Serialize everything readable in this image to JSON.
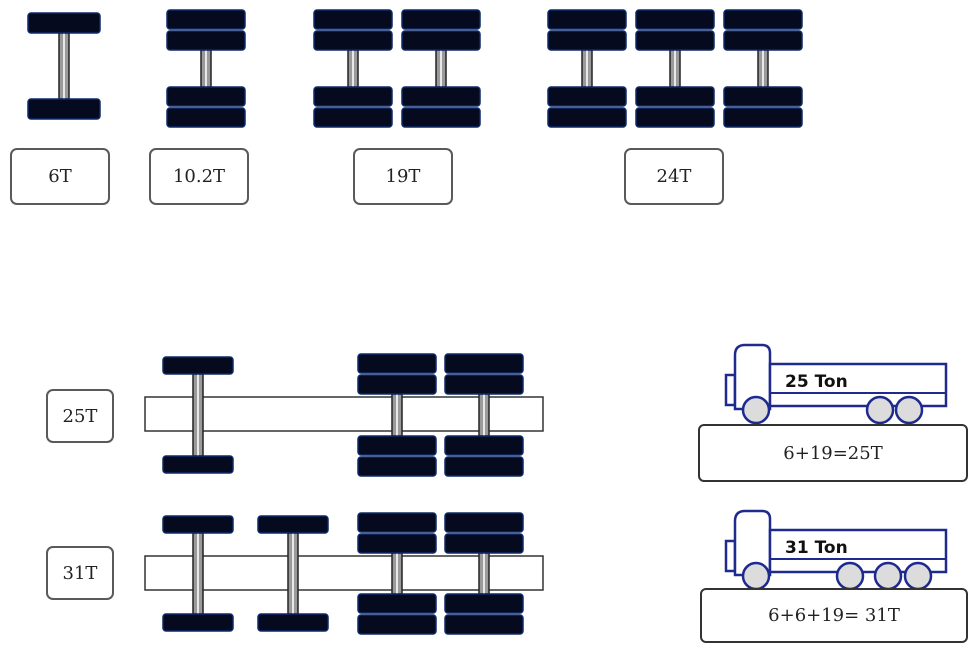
{
  "axle_types": [
    {
      "label": "6T"
    },
    {
      "label": "10.2T"
    },
    {
      "label": "19T"
    },
    {
      "label": "24T"
    }
  ],
  "configurations": [
    {
      "label": "25T"
    },
    {
      "label": "31T"
    }
  ],
  "trucks": [
    {
      "load_text": "25 Ton",
      "formula": "6+19=25T"
    },
    {
      "load_text": "31 Ton",
      "formula": "6+6+19= 31T"
    }
  ],
  "colors": {
    "tire": "#050a1e",
    "tire_outline": "#0d2a6b",
    "axle_bar": "#9a9a9a",
    "truck_outline": "#1f2a8f",
    "wheel_fill": "#dcdcdc"
  }
}
